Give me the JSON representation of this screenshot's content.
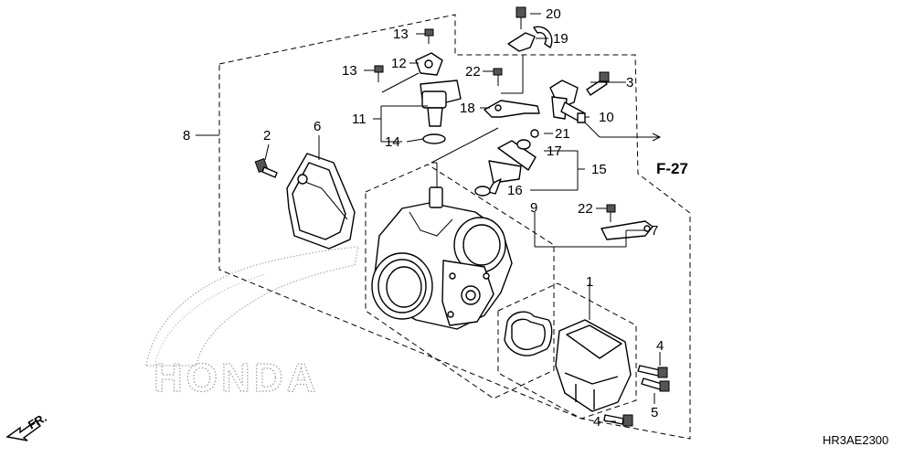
{
  "callouts": {
    "c1": "1",
    "c2": "2",
    "c3": "3",
    "c4a": "4",
    "c4b": "4",
    "c5": "5",
    "c6": "6",
    "c7": "7",
    "c8": "8",
    "c9": "9",
    "c10": "10",
    "c11": "11",
    "c12": "12",
    "c13a": "13",
    "c13b": "13",
    "c14": "14",
    "c15": "15",
    "c16": "16",
    "c17": "17",
    "c18": "18",
    "c19": "19",
    "c20": "20",
    "c21": "21",
    "c22a": "22",
    "c22b": "22"
  },
  "reference": "F-27",
  "diagram_code": "HR3AE2300",
  "watermark": "HONDA",
  "front_marker": "FR."
}
